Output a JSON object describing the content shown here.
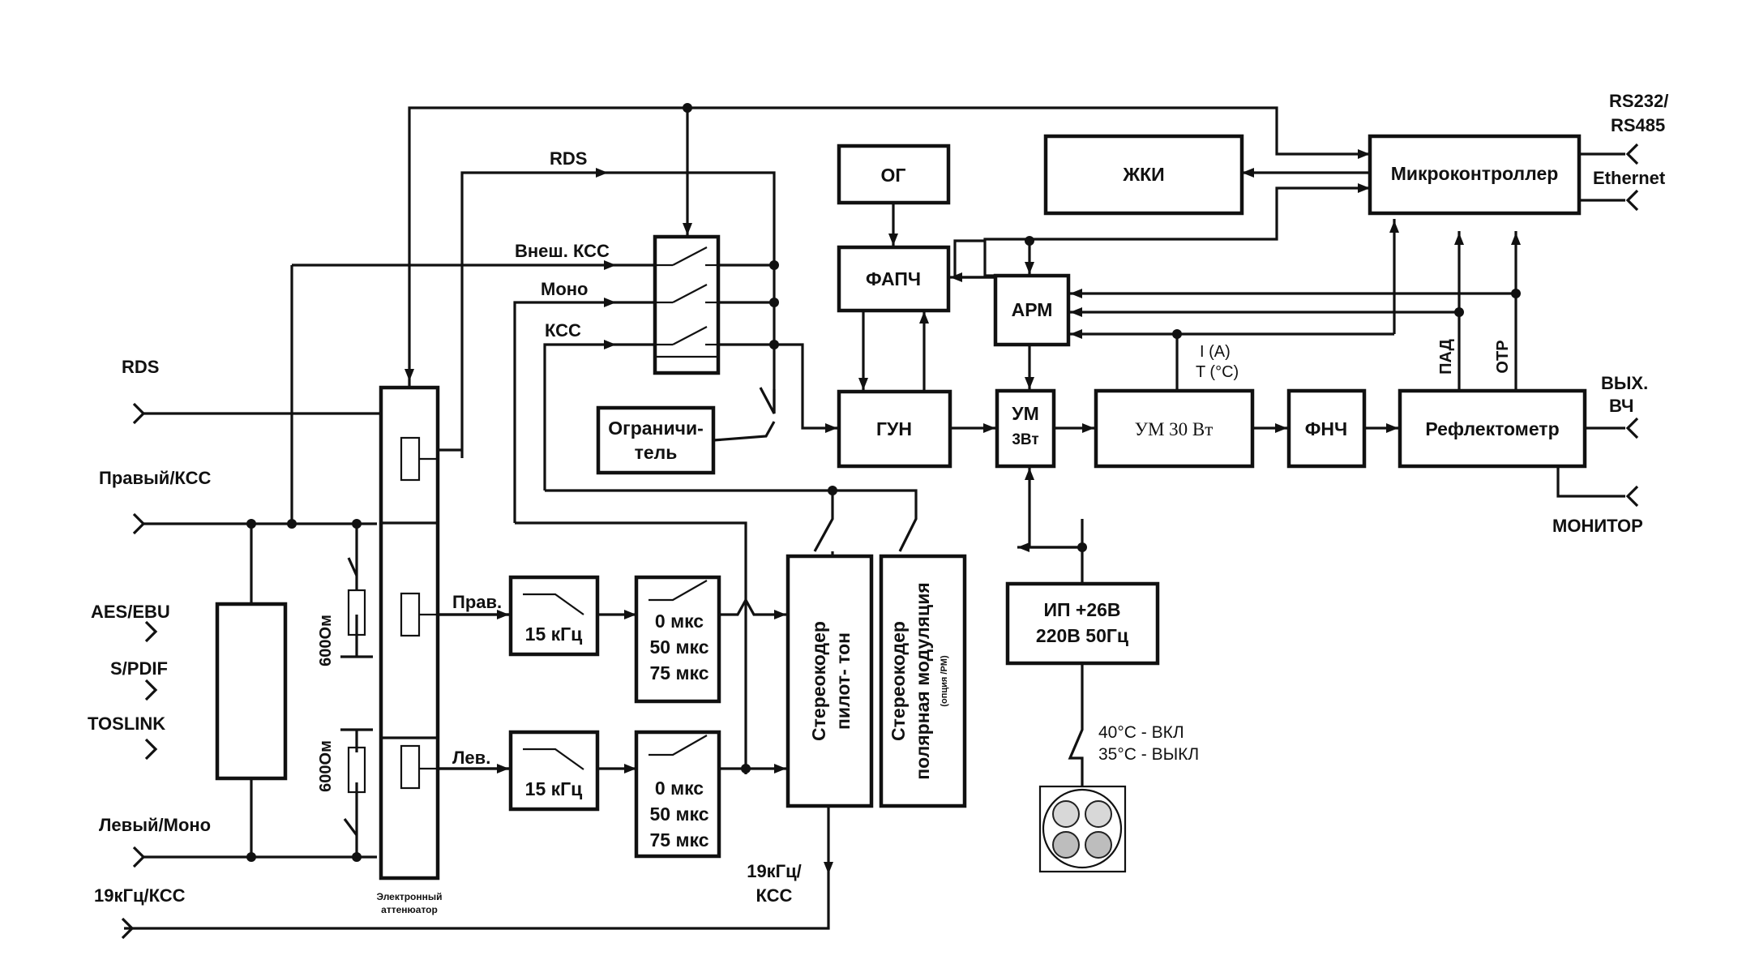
{
  "inputs": {
    "rds": "RDS",
    "right": "Правый/КСС",
    "aes": "AES/EBU",
    "spdif": "S/PDIF",
    "toslink": "TOSLINK",
    "left": "Левый/Моно",
    "pilot": "19кГц/КСС"
  },
  "bus_labels": {
    "rds": "RDS",
    "ext_kss": "Внеш. КСС",
    "mono": "Моно",
    "kss": "КСС"
  },
  "blocks": {
    "og": "ОГ",
    "fapch": "ФАПЧ",
    "gun": "ГУН",
    "arm": "АРМ",
    "um3_l1": "УМ",
    "um3_l2": "3Вт",
    "um30": "УМ 30 Вт",
    "fnch": "ФНЧ",
    "reflect": "Рефлектометр",
    "lcd": "ЖКИ",
    "mcu": "Микроконтроллер",
    "psu_l1": "ИП +26В",
    "psu_l2": "220В 50Гц",
    "limiter_l1": "Ограничи-",
    "limiter_l2": "тель",
    "filter_r": "15 кГц",
    "filter_l": "15 кГц",
    "preemph_r": [
      "0 мкс",
      "50 мкс",
      "75 мкс"
    ],
    "preemph_l": [
      "0 мкс",
      "50 мкс",
      "75 мкс"
    ],
    "stereo_pilot_l1": "Стереокодер",
    "stereo_pilot_l2": "пилот- тон",
    "stereo_polar_l1": "Стереокодер",
    "stereo_polar_l2": "полярная модуляция",
    "stereo_polar_l3": "(опция /PM)",
    "attenuator_l1": "Электронный",
    "attenuator_l2": "аттенюатор"
  },
  "labels": {
    "r600": "600Ом",
    "l600": "600Ом",
    "prav": "Прав.",
    "lev": "Лев.",
    "pilot_out_l1": "19кГц/",
    "pilot_out_l2": "КСС",
    "current": "I (A)",
    "temp": "T (°C)",
    "pad": "ПАД",
    "otr": "ОТР",
    "rs_l1": "RS232/",
    "rs_l2": "RS485",
    "ethernet": "Ethernet",
    "out_l1": "ВЫХ.",
    "out_l2": "ВЧ",
    "monitor": "МОНИТОР",
    "fan_on": "40°С - ВКЛ",
    "fan_off": "35°С - ВЫКЛ"
  }
}
